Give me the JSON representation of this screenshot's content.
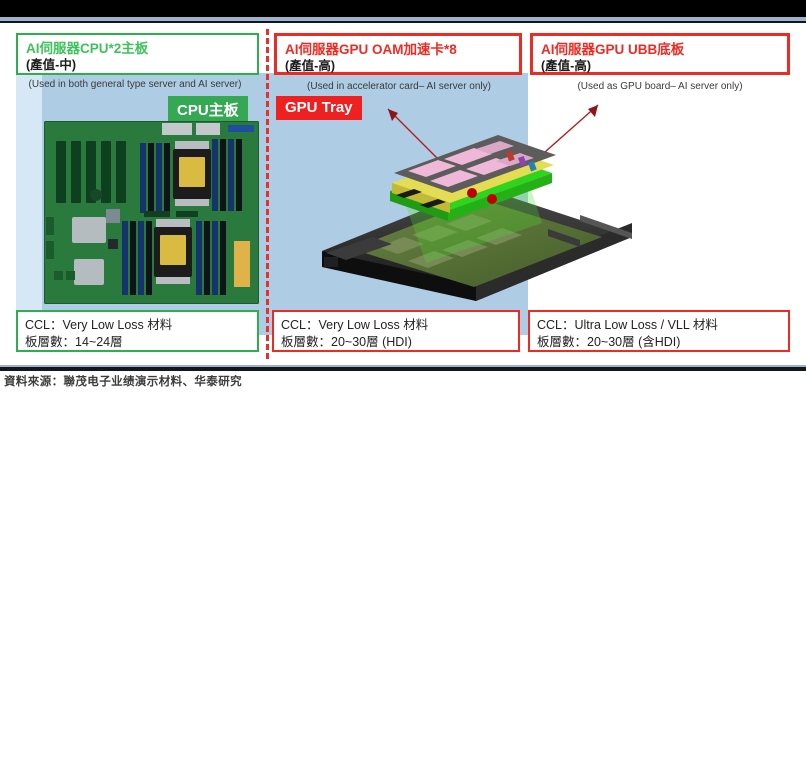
{
  "figure": {
    "columns": [
      {
        "id": "cpu-motherboard",
        "title_line1": "AI伺服器CPU*2主板",
        "title_line2": "(產值-中)",
        "accent": "#2eaf4e",
        "caption": "(Used in both general type server and AI server)",
        "tag": "CPU主板",
        "tag_color": "#34a853",
        "ccl_line1": "CCL：Very Low Loss 材料",
        "ccl_line2": "板層數：14~24層"
      },
      {
        "id": "gpu-oam-card",
        "title_line1": "AI伺服器GPU OAM加速卡*8",
        "title_line2": "(產值-高)",
        "accent": "#ee2b22",
        "caption": "(Used in accelerator card– AI server only)",
        "tag": "GPU Tray",
        "tag_color": "#ee2020",
        "ccl_line1": "CCL：Very Low Loss 材料",
        "ccl_line2": "板層數：20~30層 (HDI)"
      },
      {
        "id": "gpu-ubb-board",
        "title_line1": "AI伺服器GPU UBB底板",
        "title_line2": "(產值-高)",
        "accent": "#ee2b22",
        "caption": "(Used as GPU board– AI server only)",
        "tag": "",
        "tag_color": "#ee2020",
        "ccl_line1": "CCL：Ultra Low Loss / VLL 材料",
        "ccl_line2": "板層數：20~30層 (含HDI)"
      }
    ],
    "images": {
      "motherboard_alt": "dual-socket server motherboard photo",
      "gpu_tray_alt": "GPU tray chassis with exploded OAM accelerator module"
    },
    "colors": {
      "panel_blue": "#aecce4",
      "panel_blue_light": "#d6e8f5",
      "divider_red": "#e8312a",
      "rule_dark": "#0d1624",
      "rule_accent": "#9fb2c9"
    }
  },
  "source": {
    "text": "資料來源：聯茂电子业绩演示材料、华泰研究"
  }
}
